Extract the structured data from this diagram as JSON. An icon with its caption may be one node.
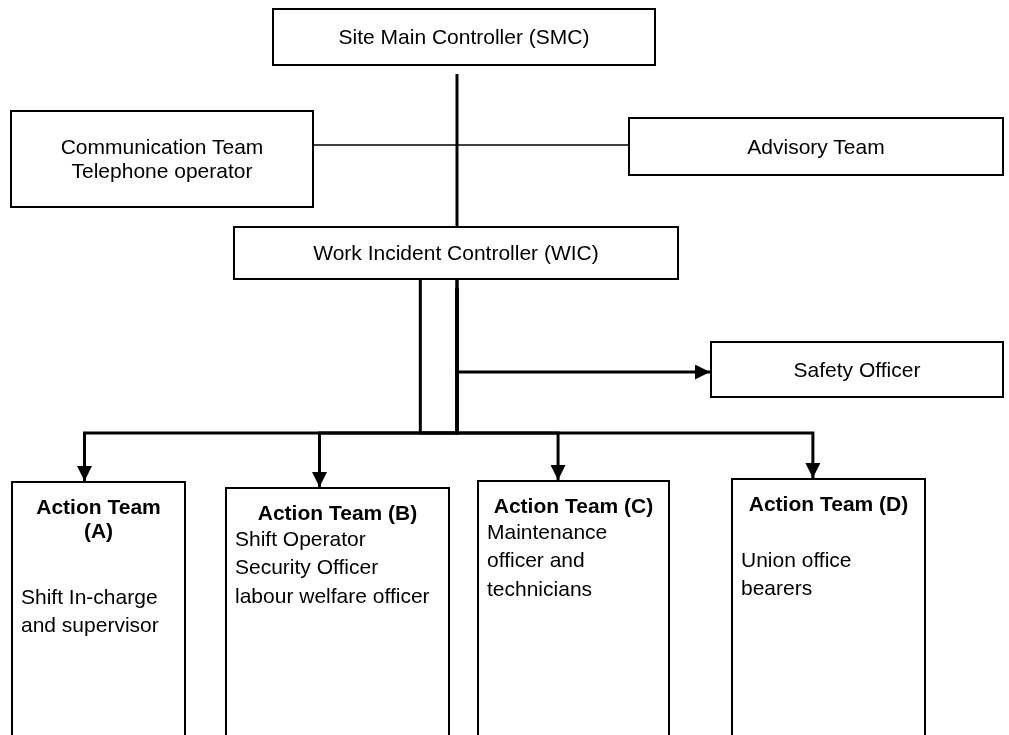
{
  "diagram": {
    "nodes": [
      {
        "text": [
          "Site Main Controller (SMC)"
        ]
      },
      {
        "text": [
          "Communication Team Telephone operator"
        ]
      },
      {
        "text": [
          "Advisory Team"
        ]
      },
      {
        "text": [
          "Work Incident Controller (WIC)"
        ]
      },
      {
        "text": [
          "Safety Officer"
        ]
      },
      {
        "text": [
          "Action Team (A)",
          "Shift In-charge and supervisor"
        ]
      },
      {
        "text": [
          "Action Team (B)",
          "Shift Operator Security Officer labour welfare officer"
        ]
      },
      {
        "text": [
          "Action Team (C)",
          "Maintenance officer and technicians"
        ]
      },
      {
        "text": [
          "Action Team (D)",
          "Union office bearers"
        ]
      }
    ],
    "edges": [
      {
        "from": 0,
        "to": 3,
        "arrow": "to"
      },
      {
        "from": 1,
        "to": 2,
        "arrow": "none"
      },
      {
        "from": 3,
        "to": 4,
        "arrow": "to"
      },
      {
        "from": 3,
        "to": 5,
        "arrow": "to"
      },
      {
        "from": 3,
        "to": 6,
        "arrow": "to"
      },
      {
        "from": 3,
        "to": 7,
        "arrow": "to"
      },
      {
        "from": 3,
        "to": 8,
        "arrow": "to"
      }
    ]
  }
}
